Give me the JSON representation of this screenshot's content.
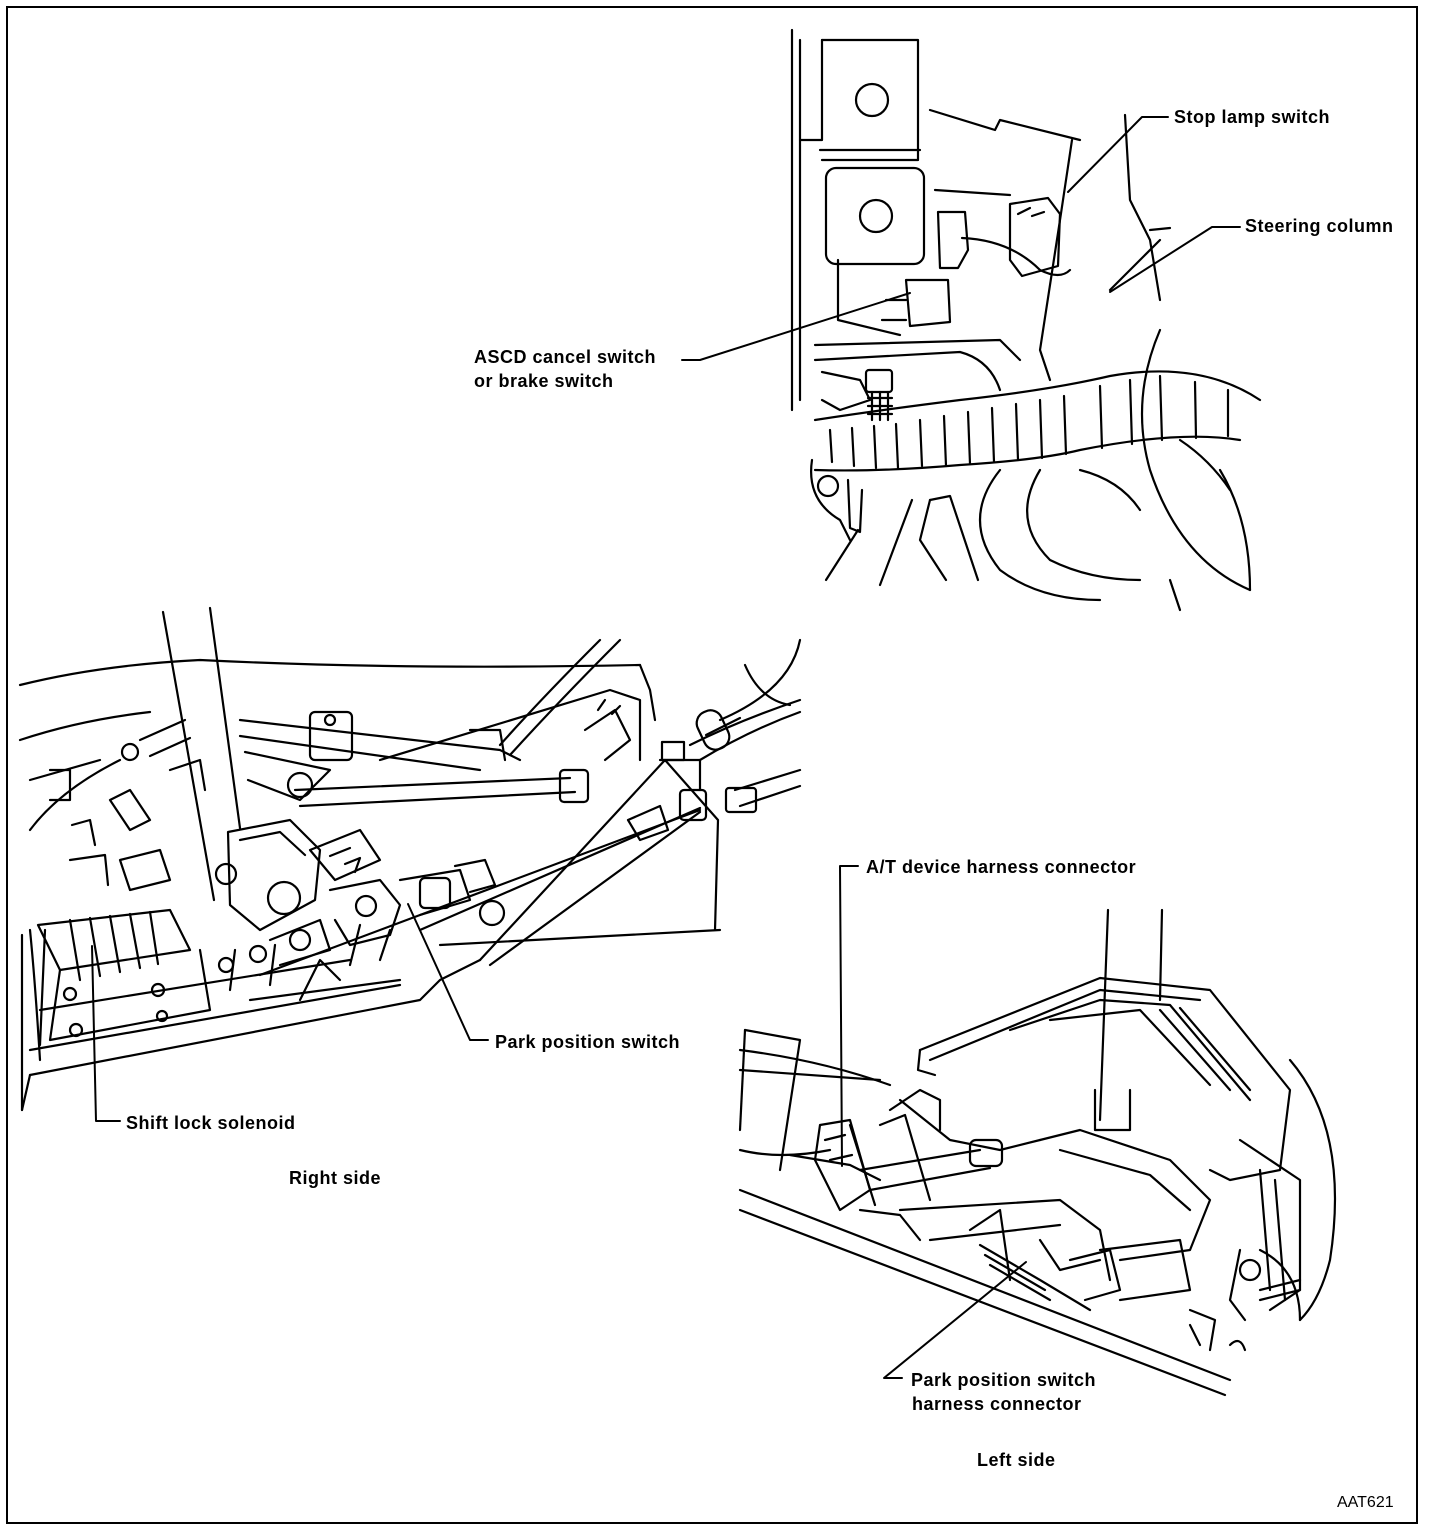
{
  "labels": {
    "stop_lamp_switch": "Stop lamp switch",
    "steering_column": "Steering column",
    "ascd_line1": "ASCD cancel switch",
    "ascd_line2": "or brake switch",
    "park_position_switch": "Park position switch",
    "shift_lock_solenoid": "Shift lock solenoid",
    "at_device_connector": "A/T device harness connector",
    "park_harness_line1": "Park position switch",
    "park_harness_line2": "harness connector"
  },
  "captions": {
    "right_side": "Right side",
    "left_side": "Left side"
  },
  "figure_code": "AAT621"
}
